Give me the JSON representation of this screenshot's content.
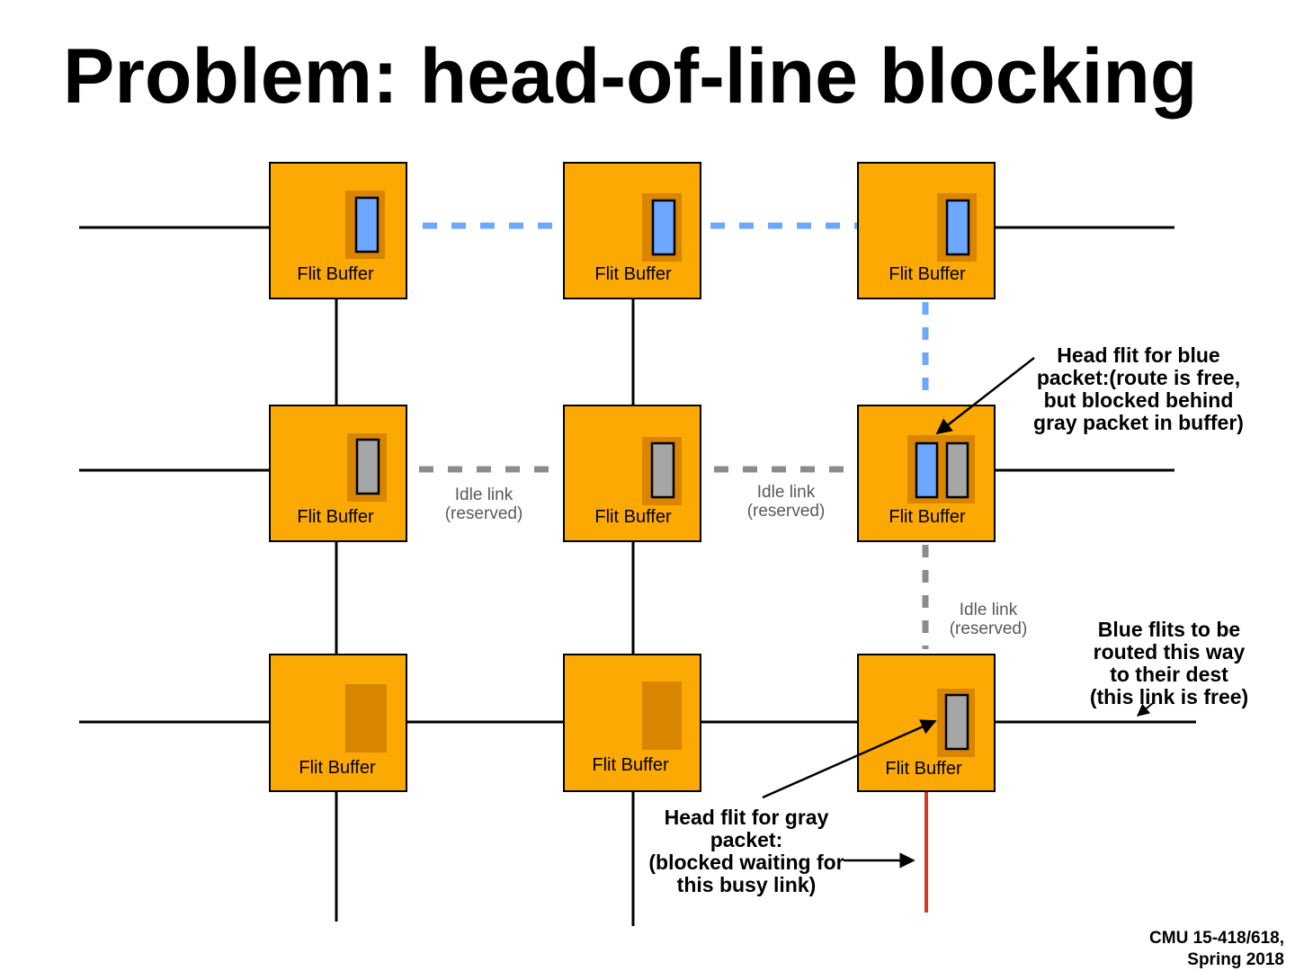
{
  "title": "Problem: head-of-line blocking",
  "colors": {
    "router_fill": "#FCA903",
    "buffer_slot": "#D98500",
    "blue_flit": "#6EA7FF",
    "gray_flit": "#A6A6A6",
    "busy_link": "#D63B1C",
    "idle_link": "#8C8C8C",
    "blue_route": "#6EA7FF"
  },
  "routers": {
    "r00": "Flit Buffer",
    "r01": "Flit Buffer",
    "r02": "Flit Buffer",
    "r10": "Flit Buffer",
    "r11": "Flit Buffer",
    "r12": "Flit Buffer",
    "r20": "Flit Buffer",
    "r21": "Flit Buffer",
    "r22": "Flit Buffer"
  },
  "idle_links": [
    {
      "line1": "Idle link",
      "line2": "(reserved)"
    },
    {
      "line1": "Idle link",
      "line2": "(reserved)"
    },
    {
      "line1": "Idle link",
      "line2": "(reserved)"
    }
  ],
  "annotations": {
    "head_blue": [
      "Head flit for blue",
      "packet:(route is free,",
      "but blocked behind",
      "gray packet in buffer)"
    ],
    "blue_route": [
      "Blue flits to be",
      "routed this way",
      "to their dest",
      "(this link is free)"
    ],
    "head_gray": [
      "Head flit for gray",
      "packet:",
      "(blocked waiting for",
      "this busy link)"
    ]
  },
  "footer": {
    "line1": "CMU 15-418/618,",
    "line2": "Spring 2018"
  }
}
